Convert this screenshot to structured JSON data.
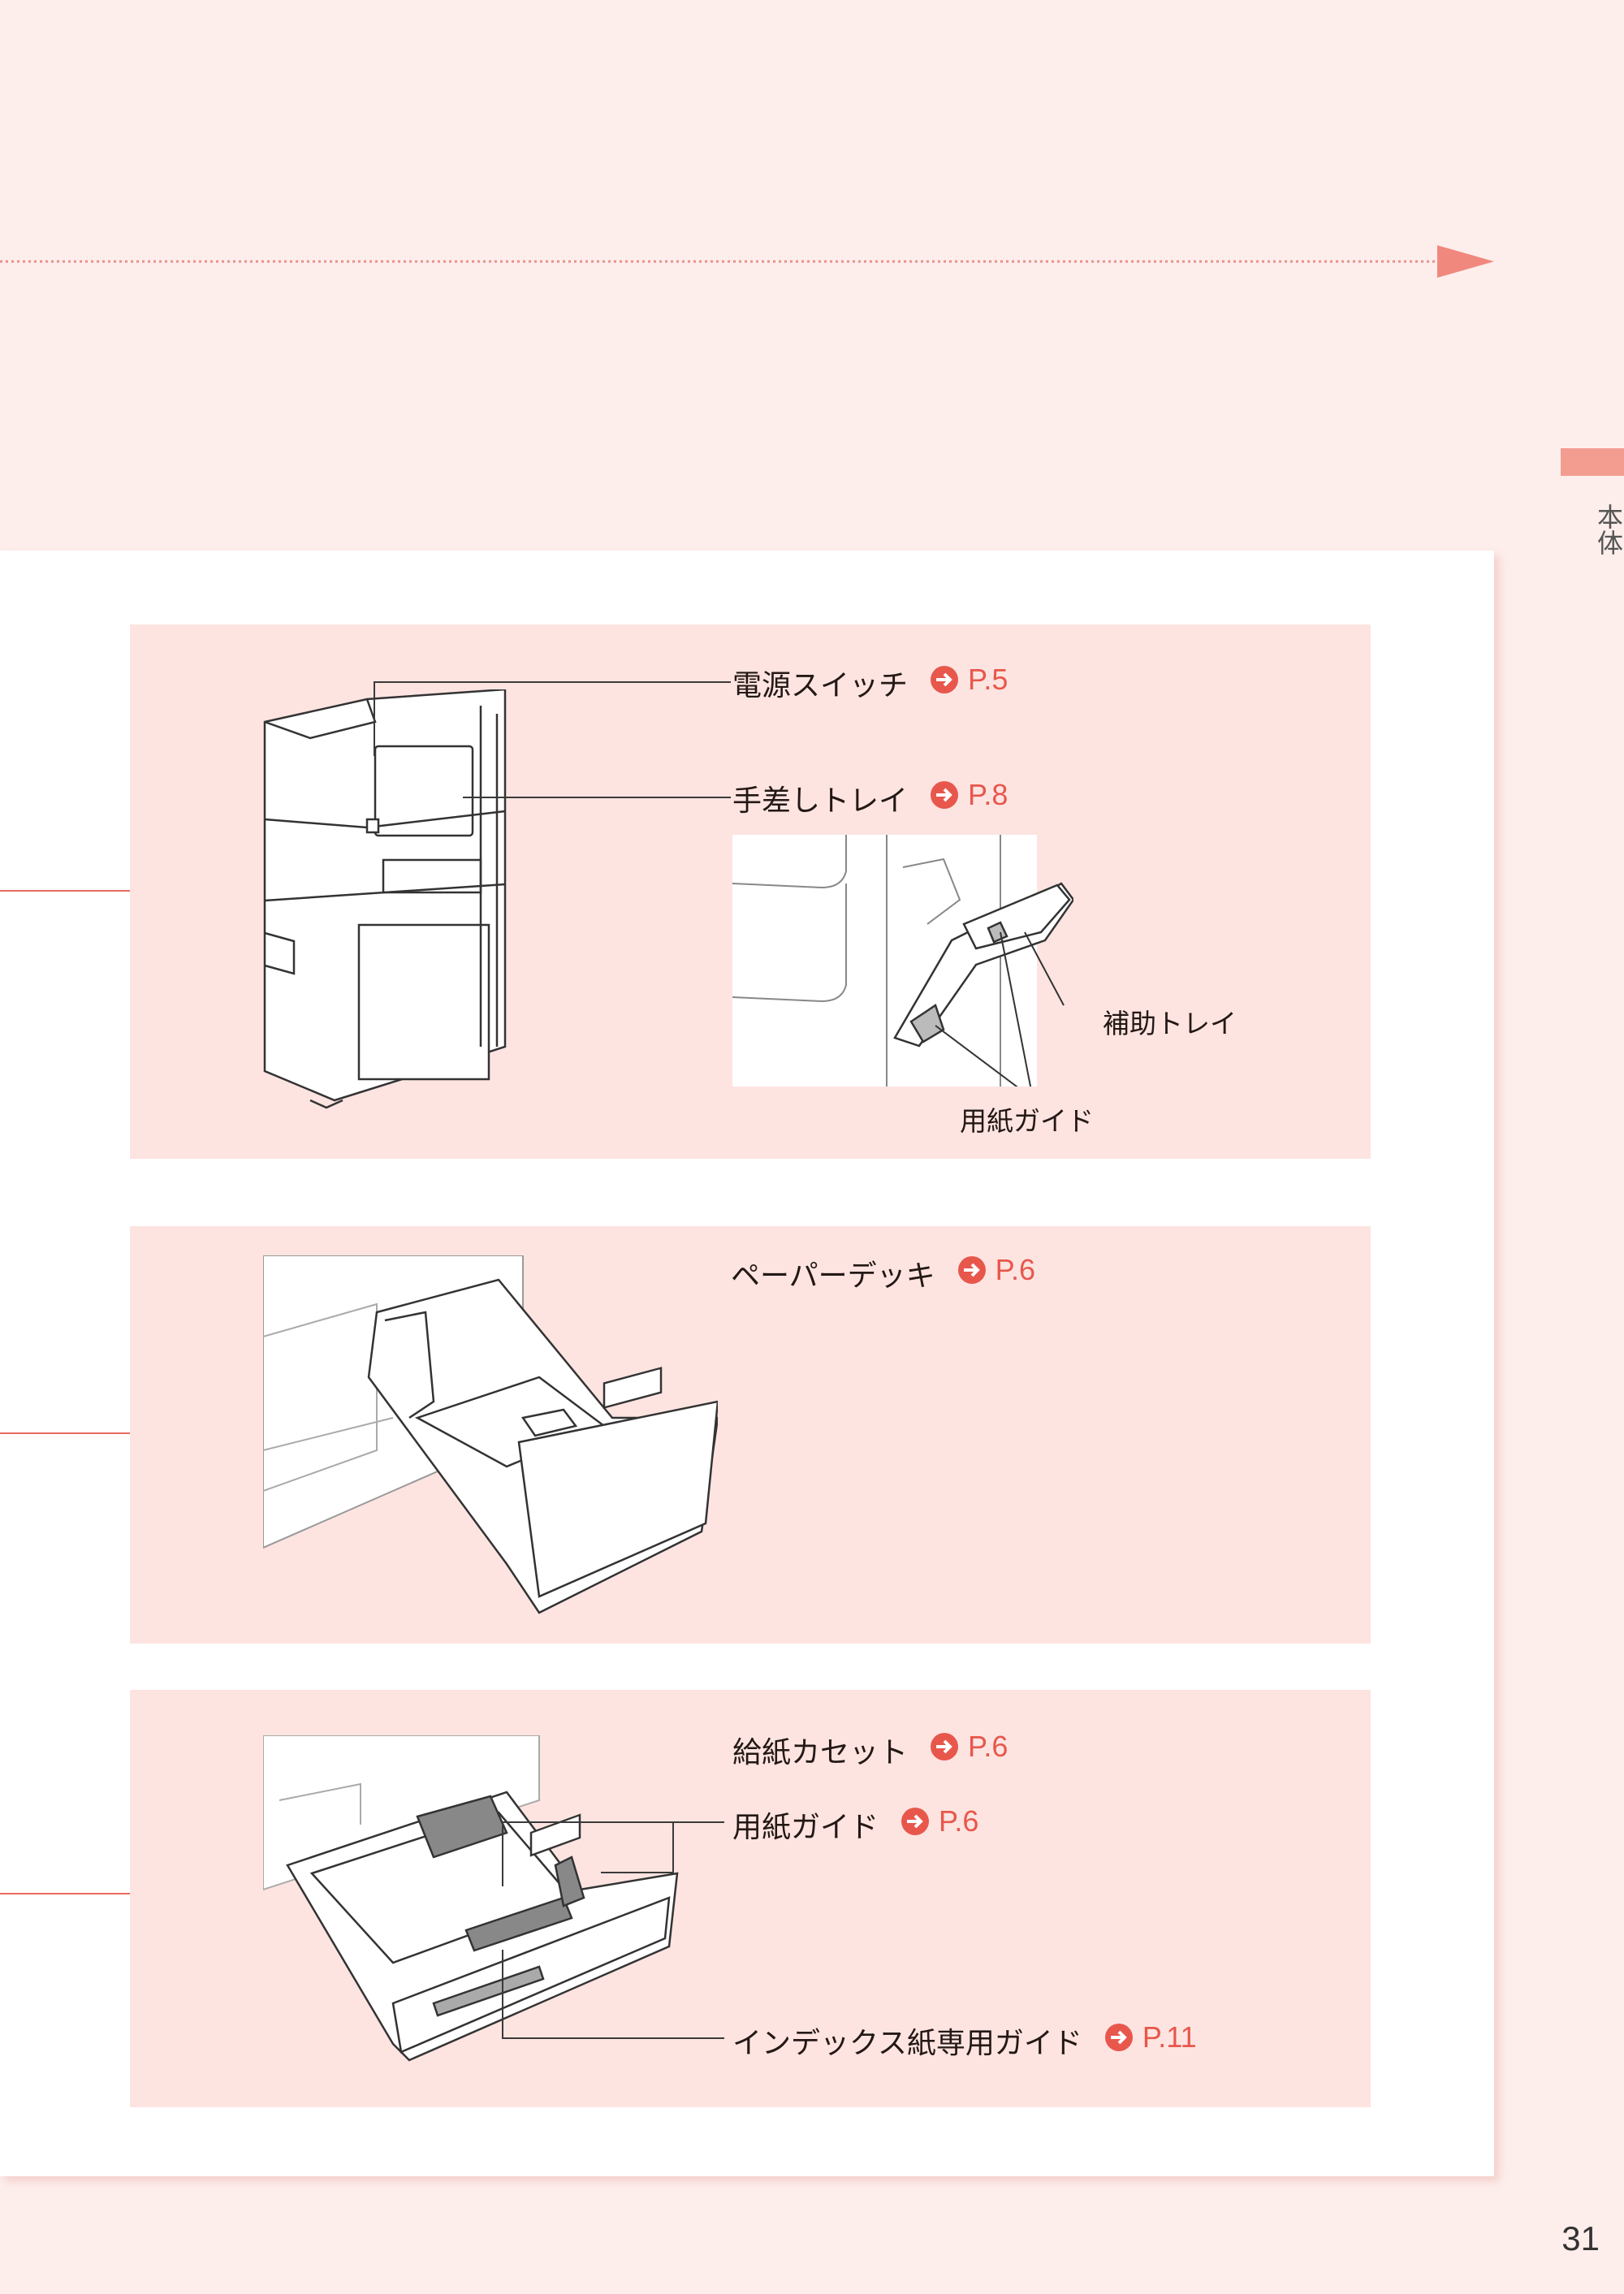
{
  "side_tab": {
    "label": "本体"
  },
  "page": {
    "number": "31"
  },
  "colors": {
    "accent": "#e8574b",
    "panel": "#fde4e1",
    "background": "#fdeeec",
    "tab": "#f39c90"
  },
  "sections": [
    {
      "callouts": [
        {
          "label": "電源スイッチ",
          "ref": "P.5",
          "icon": "arrow-circle-icon"
        },
        {
          "label": "手差しトレイ",
          "ref": "P.8",
          "icon": "arrow-circle-icon"
        }
      ],
      "inset_labels": [
        {
          "label": "補助トレイ"
        },
        {
          "label": "用紙ガイド"
        }
      ]
    },
    {
      "callouts": [
        {
          "label": "ペーパーデッキ",
          "ref": "P.6",
          "icon": "arrow-circle-icon"
        }
      ]
    },
    {
      "callouts": [
        {
          "label": "給紙カセット",
          "ref": "P.6",
          "icon": "arrow-circle-icon"
        },
        {
          "label": "用紙ガイド",
          "ref": "P.6",
          "icon": "arrow-circle-icon"
        },
        {
          "label": "インデックス紙専用ガイド",
          "ref": "P.11",
          "icon": "arrow-circle-icon"
        }
      ]
    }
  ]
}
